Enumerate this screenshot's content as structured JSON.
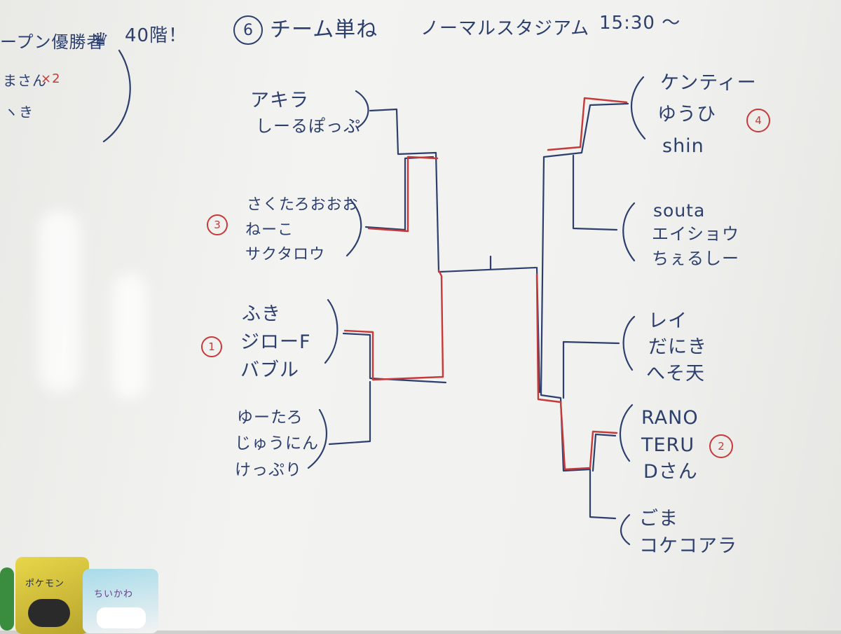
{
  "header": {
    "event_number": "6",
    "event_title": "チーム単ね",
    "stadium": "ノーマルスタジアム",
    "time": "15:30 〜"
  },
  "left_note": {
    "line1": "ープン優勝者",
    "crown": "♛",
    "floor": "40階！",
    "line2_text": "まさん",
    "line2_mult": "×2",
    "line3": "ヽき"
  },
  "teams": [
    {
      "seed": "",
      "members": [
        "アキラ",
        "しーるぽっぷ",
        ""
      ]
    },
    {
      "seed": "3",
      "members": [
        "さくたろおおお",
        "ねーこ",
        "サクタロウ"
      ]
    },
    {
      "seed": "1",
      "members": [
        "ふき",
        "ジローF",
        "バブル"
      ]
    },
    {
      "seed": "",
      "members": [
        "ゆーたろ",
        "じゅうにん",
        "けっぷり"
      ]
    },
    {
      "seed": "4",
      "members": [
        "ケンティー",
        "ゆうひ",
        "shin"
      ]
    },
    {
      "seed": "",
      "members": [
        "souta",
        "エイショウ",
        "ちぇるしー"
      ]
    },
    {
      "seed": "",
      "members": [
        "レイ",
        "だにき",
        "へそ天"
      ]
    },
    {
      "seed": "2",
      "members": [
        "RANO",
        "TERU",
        "Dさん"
      ]
    },
    {
      "seed": "",
      "members": [
        "ごま",
        "コケコアラ",
        ""
      ]
    }
  ],
  "snacks": {
    "left_pack_label": "ポケモン",
    "right_pack_label": "ちいかわ"
  },
  "colors": {
    "marker_blue": "#2d3f6d",
    "marker_red": "#c63a3a",
    "board": "#f1f1ef"
  }
}
